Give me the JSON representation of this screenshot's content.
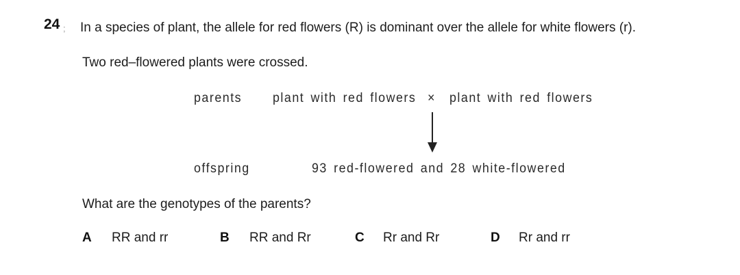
{
  "question": {
    "number": "24",
    "scan_artifact": ";",
    "intro_line1": "In a species of plant, the allele for red flowers (R) is dominant over the allele for white flowers (r).",
    "intro_line2": "Two red–flowered plants were crossed.",
    "prompt": "What are the genotypes of the parents?"
  },
  "diagram": {
    "parents_label": "parents",
    "parent_left": "plant with red flowers",
    "cross_symbol": "×",
    "parent_right": "plant with red flowers",
    "arrow_icon": "down-arrow",
    "offspring_label": "offspring",
    "offspring_result": "93 red-flowered and 28 white-flowered"
  },
  "options": [
    {
      "letter": "A",
      "text": "RR and rr"
    },
    {
      "letter": "B",
      "text": "RR and Rr"
    },
    {
      "letter": "C",
      "text": "Rr and Rr"
    },
    {
      "letter": "D",
      "text": "Rr and rr"
    }
  ],
  "colors": {
    "background": "#ffffff",
    "text": "#1c1c1c"
  }
}
